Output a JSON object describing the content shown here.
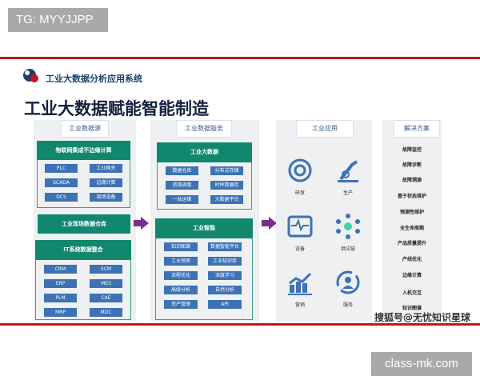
{
  "watermark_top": "TG: MYYJJPP",
  "watermark_bottom": "class-mk.com",
  "watermark_source": "搜狐号@无忧知识星球",
  "subtitle": "工业大数据分析应用系统",
  "title": "工业大数据赋能智能制造",
  "colors": {
    "red": "#c0161d",
    "green": "#11876e",
    "blue": "#3d72b4",
    "arrow": "#7b2d8e"
  },
  "col1": {
    "label": "工业数据源",
    "iot": {
      "header": "物联网集成不边缘计算",
      "items": [
        "PLC",
        "工业网关",
        "SCADA",
        "边缘计算",
        "DCS",
        "现场设备"
      ]
    },
    "warehouse": "工业现场数据仓库",
    "it": {
      "header": "IT系统数据整合",
      "items": [
        "CRM",
        "SCM",
        "ERP",
        "MES",
        "PLM",
        "CAE",
        "MRP",
        "MDC"
      ]
    }
  },
  "col2": {
    "label": "工业数据服务",
    "bigdata": {
      "header": "工业大数据",
      "items": [
        "数据仓库",
        "分布式存储",
        "资源调度",
        "时序数据库",
        "一站运维",
        "大数据平台"
      ]
    },
    "ai": {
      "header": "工业智能",
      "items": [
        "知识图谱",
        "数据智能平台",
        "工业预测",
        "工业知识库",
        "流程优化",
        "深度学习",
        "高级分析",
        "自然分析",
        "资产管理",
        "API"
      ]
    }
  },
  "col3": {
    "label": "工业应用",
    "apps": [
      {
        "label": "研发",
        "icon": "cloud-swirl-icon"
      },
      {
        "label": "生产",
        "icon": "robot-arm-icon"
      },
      {
        "label": "设备",
        "icon": "monitor-pulse-icon"
      },
      {
        "label": "供应链",
        "icon": "network-icon"
      },
      {
        "label": "营销",
        "icon": "growth-chart-icon"
      },
      {
        "label": "服务",
        "icon": "service-cycle-icon"
      }
    ]
  },
  "col4": {
    "label": "解决方案",
    "items": [
      "故障监控",
      "故障诊断",
      "故障溯源",
      "基于状态维护",
      "预测性维护",
      "全生命周期",
      "产品质量提升",
      "产线优化",
      "边缘计算",
      "人机交互",
      "知识图谱"
    ]
  }
}
